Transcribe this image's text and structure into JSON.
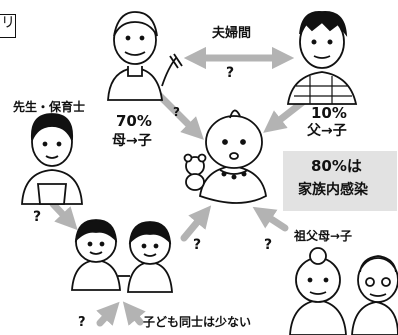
{
  "corner_tag": "リ",
  "labels": {
    "couple": "夫婦間",
    "teacher": "先生・保育士",
    "mother_pct": "70%",
    "mother_route": "母→子",
    "father_pct": "10%",
    "father_route": "父→子",
    "family_pct": "80%は",
    "family_text": "家族内感染",
    "grandparents": "祖父母→子",
    "children_note": "子ども同士は少ない"
  },
  "unknowns": {
    "couple": "?",
    "teacher": "?",
    "kids_to_baby": "?",
    "mother_baby": "?",
    "grandparents": "?",
    "kids_mutual": "?"
  },
  "colors": {
    "arrow": "#b3b3b3",
    "fact_box": "#e2e2e2",
    "ink": "#111111"
  }
}
